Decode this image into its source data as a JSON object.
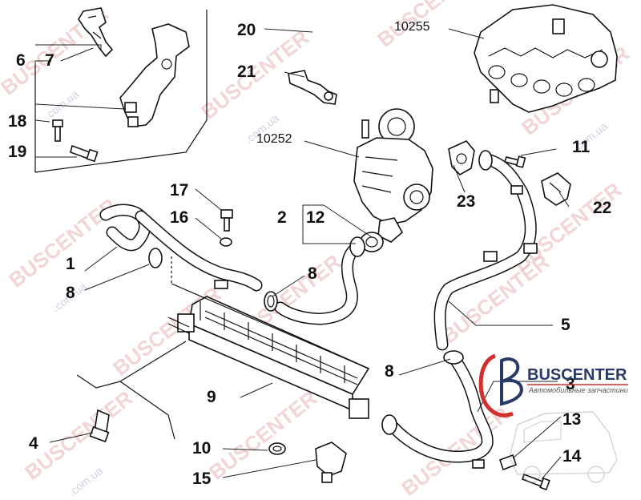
{
  "diagram": {
    "callouts": [
      {
        "id": "c1",
        "text": "1"
      },
      {
        "id": "c2",
        "text": "2"
      },
      {
        "id": "c3",
        "text": "3"
      },
      {
        "id": "c4",
        "text": "4"
      },
      {
        "id": "c5",
        "text": "5"
      },
      {
        "id": "c6",
        "text": "6"
      },
      {
        "id": "c7",
        "text": "7"
      },
      {
        "id": "c8a",
        "text": "8"
      },
      {
        "id": "c8b",
        "text": "8"
      },
      {
        "id": "c8c",
        "text": "8"
      },
      {
        "id": "c9",
        "text": "9"
      },
      {
        "id": "c10",
        "text": "10"
      },
      {
        "id": "c11",
        "text": "11"
      },
      {
        "id": "c12",
        "text": "12"
      },
      {
        "id": "c13",
        "text": "13"
      },
      {
        "id": "c14",
        "text": "14"
      },
      {
        "id": "c15",
        "text": "15"
      },
      {
        "id": "c16",
        "text": "16"
      },
      {
        "id": "c17",
        "text": "17"
      },
      {
        "id": "c18",
        "text": "18"
      },
      {
        "id": "c19",
        "text": "19"
      },
      {
        "id": "c20",
        "text": "20"
      },
      {
        "id": "c21",
        "text": "21"
      },
      {
        "id": "c22",
        "text": "22"
      },
      {
        "id": "c23",
        "text": "23"
      },
      {
        "id": "c10252",
        "text": "10252"
      },
      {
        "id": "c10255",
        "text": "10255"
      }
    ]
  },
  "watermark": {
    "brand": "BUSCENTER",
    "domain": ".com.ua",
    "full": "BUSCENTER.com.ua"
  },
  "logo": {
    "name": "BUSCENTER",
    "tagline": "Автомобильные запчастини",
    "color_primary": "#2a3a66",
    "color_accent": "#d0312d"
  }
}
